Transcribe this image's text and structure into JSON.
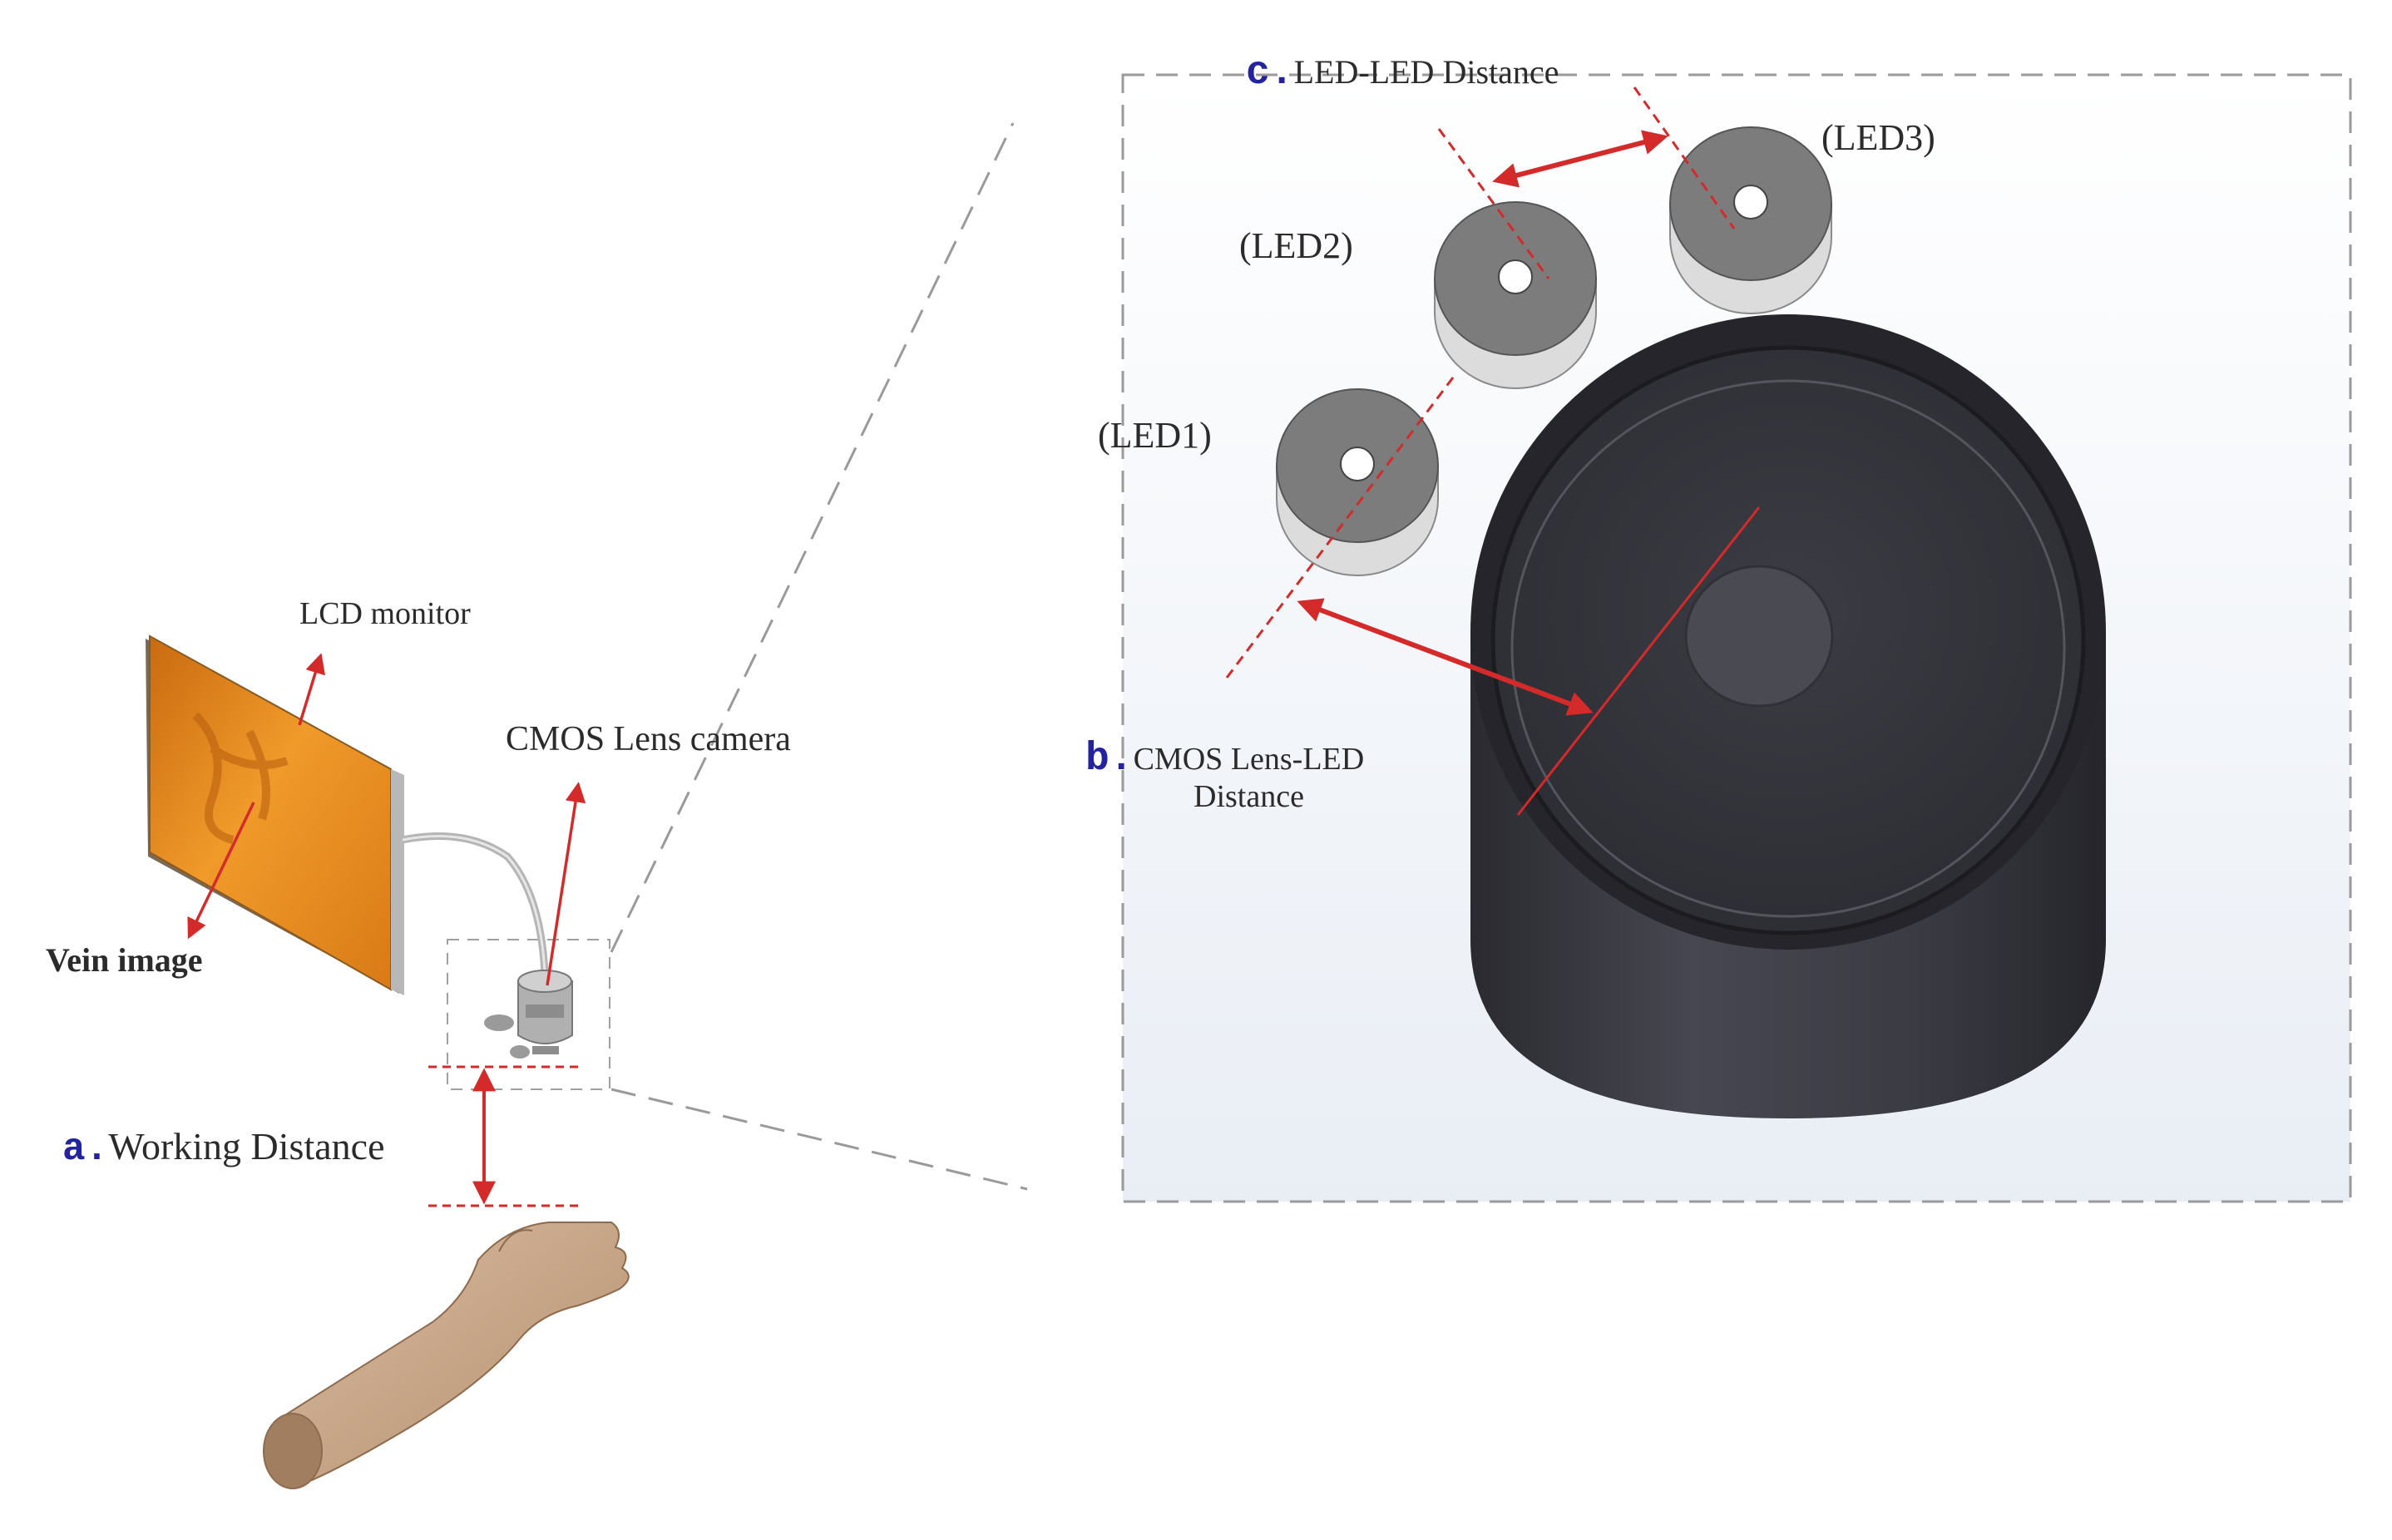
{
  "labels": {
    "lcd_monitor": "LCD monitor",
    "cmos_camera": "CMOS Lens camera",
    "vein_image": "Vein image",
    "working_distance": {
      "letter": "a.",
      "text": "Working Distance"
    },
    "cmos_led_distance": {
      "letter": "b.",
      "line1": "CMOS Lens-LED",
      "line2": "Distance"
    },
    "led_led_distance": {
      "letter": "c.",
      "text": "LED-LED  Distance"
    },
    "led1": "(LED1)",
    "led2": "(LED2)",
    "led3": "(LED3)"
  },
  "colors": {
    "annotation_red": "#d42a2a",
    "letter_blue": "#2323a0",
    "monitor_orange": "#e8891c",
    "cylinder_dark": "#3a3a42",
    "led_gray": "#7c7c7c"
  }
}
